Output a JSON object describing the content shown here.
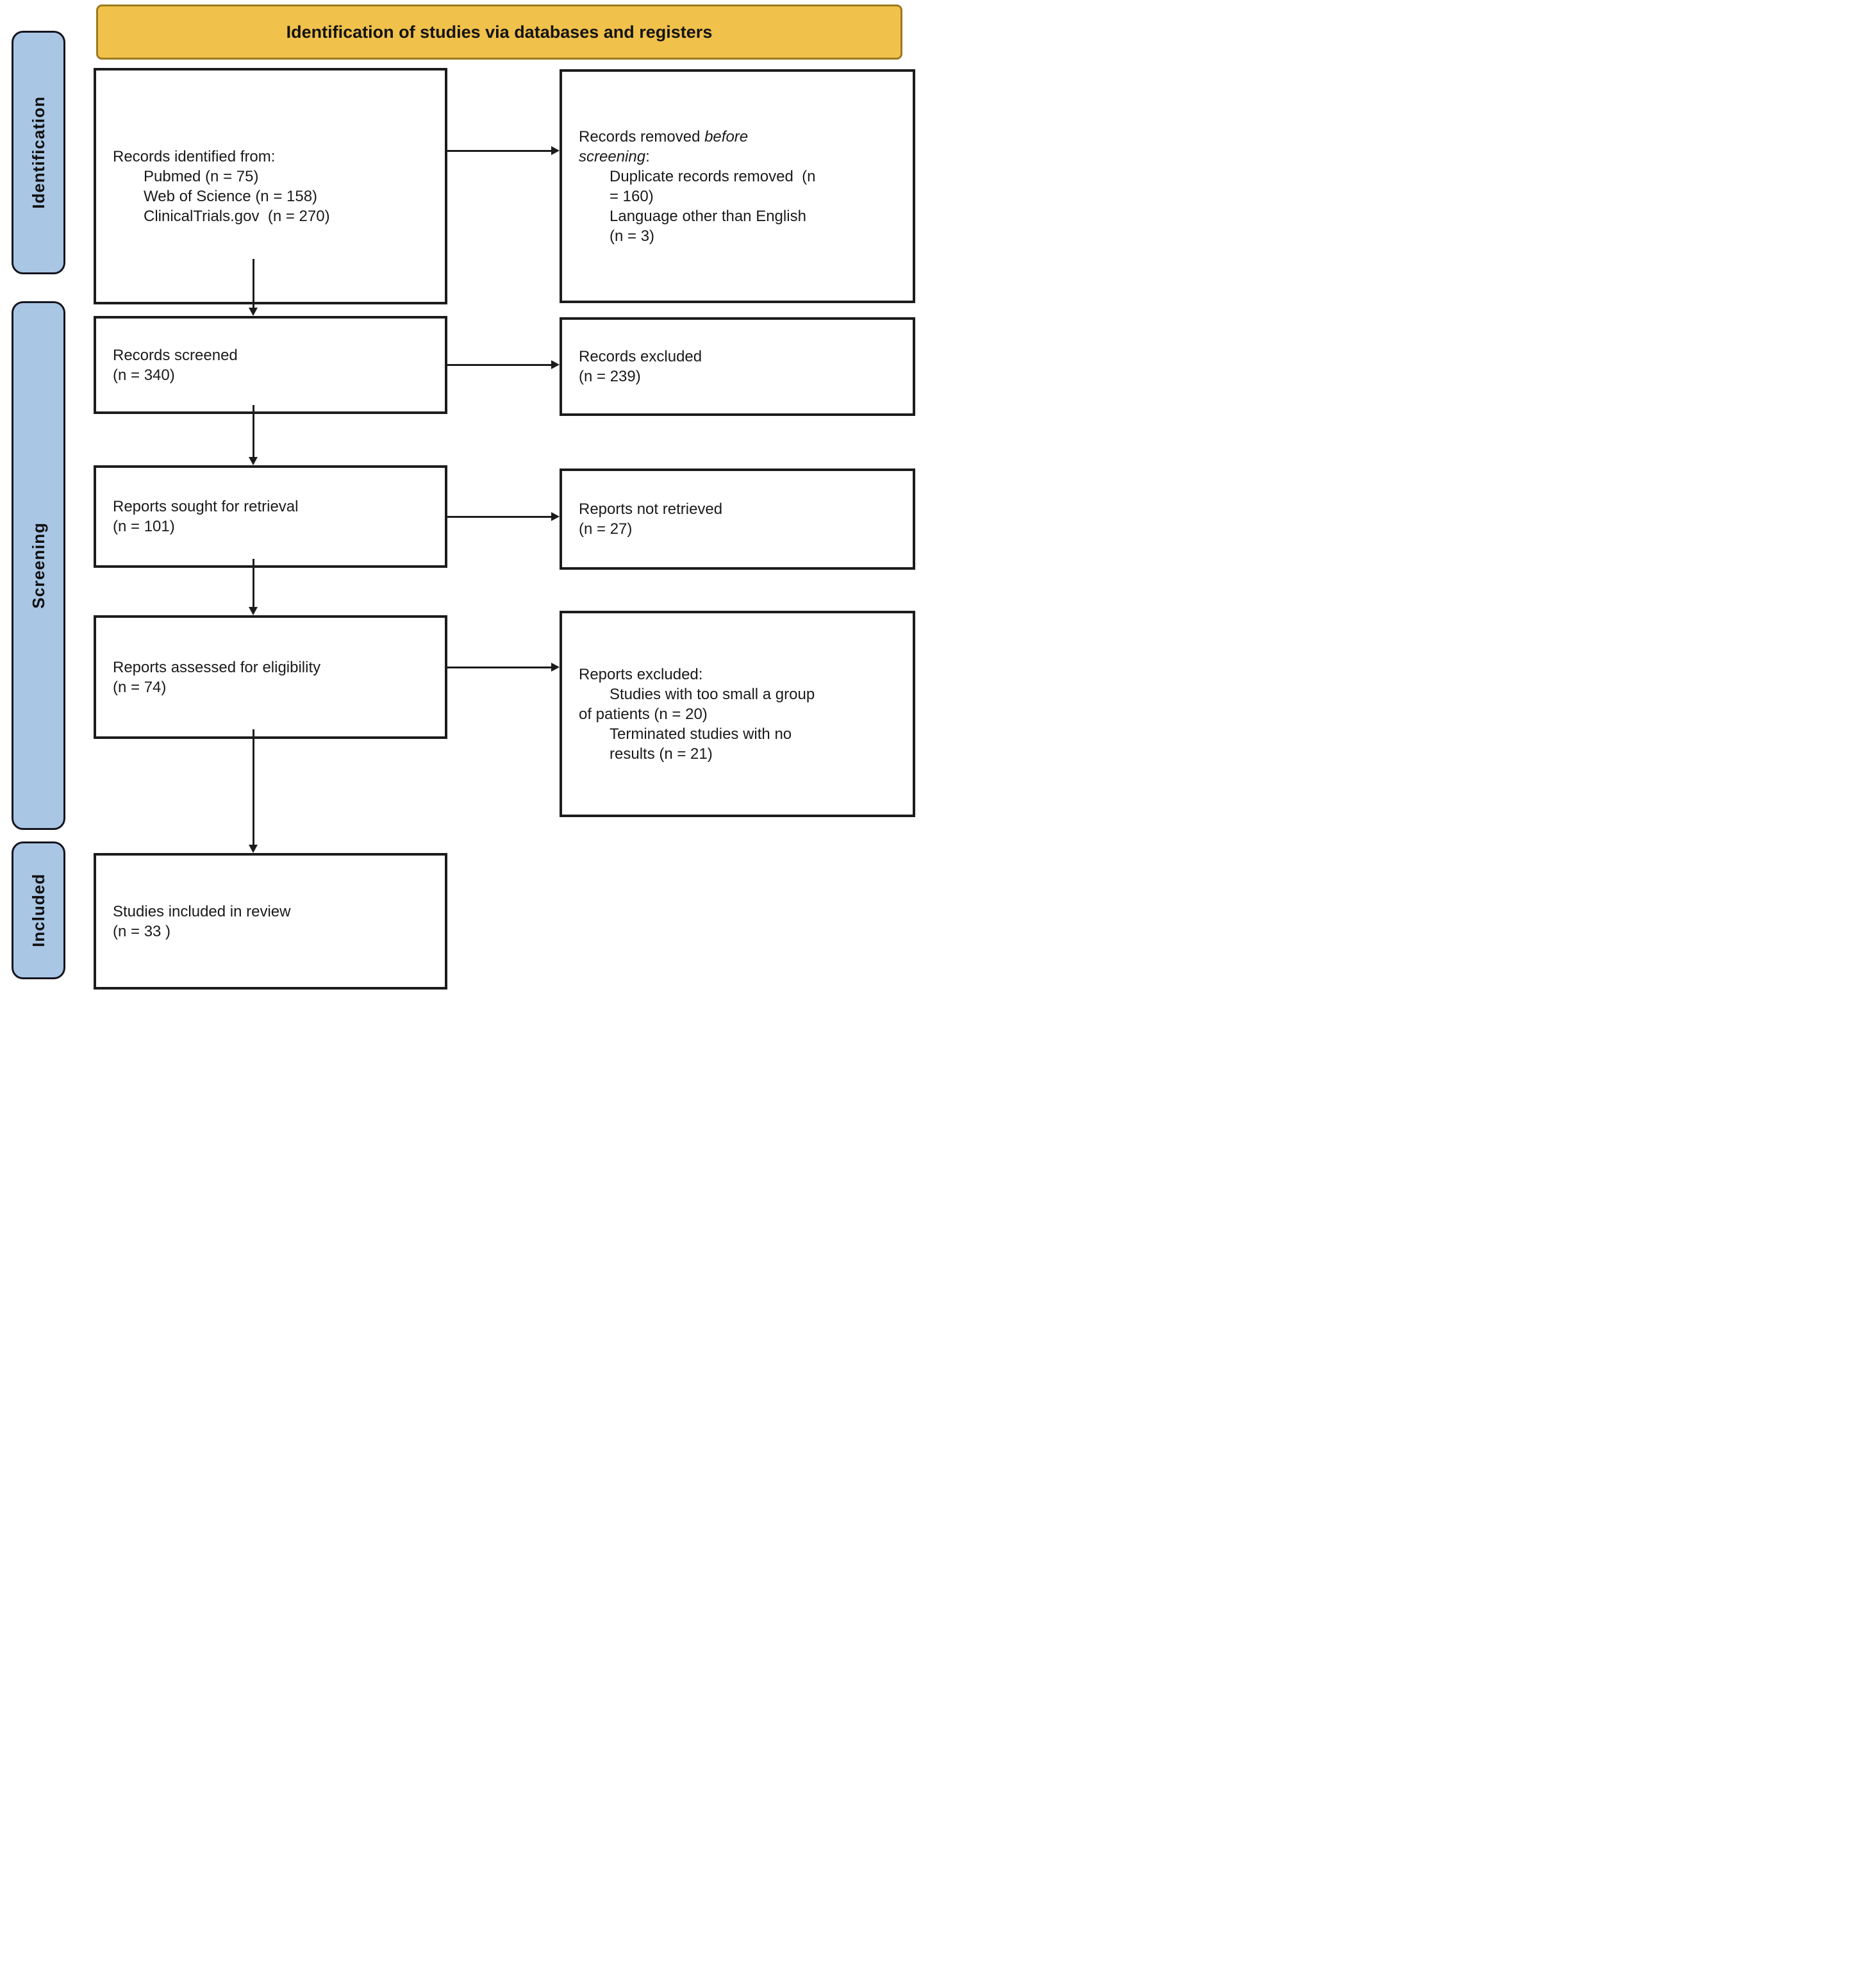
{
  "header": {
    "title": "Identification of studies via databases and registers"
  },
  "stages": {
    "identification": "Identification",
    "screening": "Screening",
    "included": "Included"
  },
  "colors": {
    "banner_fill": "#F0C14B",
    "banner_border": "#9C7A1E",
    "stage_fill": "#A9C6E4",
    "stage_border": "#15151F",
    "box_border": "#1C1C1C",
    "arrow": "#1C1C1C"
  },
  "boxes": {
    "records_identified": {
      "title": "Records identified from:",
      "items": [
        "Pubmed (n = 75)",
        "Web of Science (n = 158)",
        "ClinicalTrials.gov  (n = 270)"
      ]
    },
    "records_removed": {
      "line1_regular": "Records removed ",
      "line1_italic": "before",
      "line2_italic": "screening",
      "line2_regular": ":",
      "items": [
        "Duplicate records removed  (n",
        "= 160)",
        "Language other than English",
        "(n = 3)"
      ]
    },
    "records_screened": {
      "line1": "Records screened",
      "line2": "(n = 340)"
    },
    "records_excluded": {
      "line1": "Records excluded",
      "line2": "(n = 239)"
    },
    "reports_sought": {
      "line1": "Reports sought for retrieval",
      "line2": "(n = 101)"
    },
    "reports_not_retrieved": {
      "line1": "Reports not retrieved",
      "line2": "(n = 27)"
    },
    "reports_assessed": {
      "line1": "Reports assessed for eligibility",
      "line2": "(n = 74)"
    },
    "reports_excluded": {
      "title": "Reports excluded:",
      "lines": [
        "Studies with too small a group",
        "of patients (n = 20)",
        "Terminated studies with no",
        "results (n = 21)"
      ]
    },
    "studies_included": {
      "line1": "Studies included in review",
      "line2": "(n = 33 )"
    }
  }
}
